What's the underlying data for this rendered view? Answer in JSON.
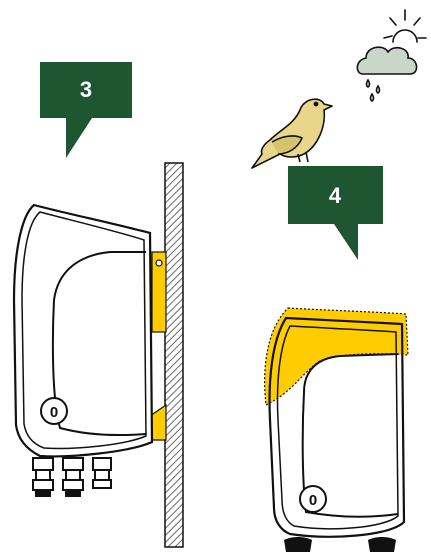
{
  "steps": [
    {
      "label": "3"
    },
    {
      "label": "4"
    }
  ],
  "power_symbol": "0",
  "colors": {
    "callout": "#1e5631",
    "accent": "#ffcc00",
    "outline": "#111111",
    "wall_hatch": "#555555",
    "bird": "#e8d78a",
    "cloud": "#c9d6c8"
  },
  "icons": [
    "weather-sun-cloud-rain-icon",
    "bird-icon",
    "power-button-icon"
  ]
}
